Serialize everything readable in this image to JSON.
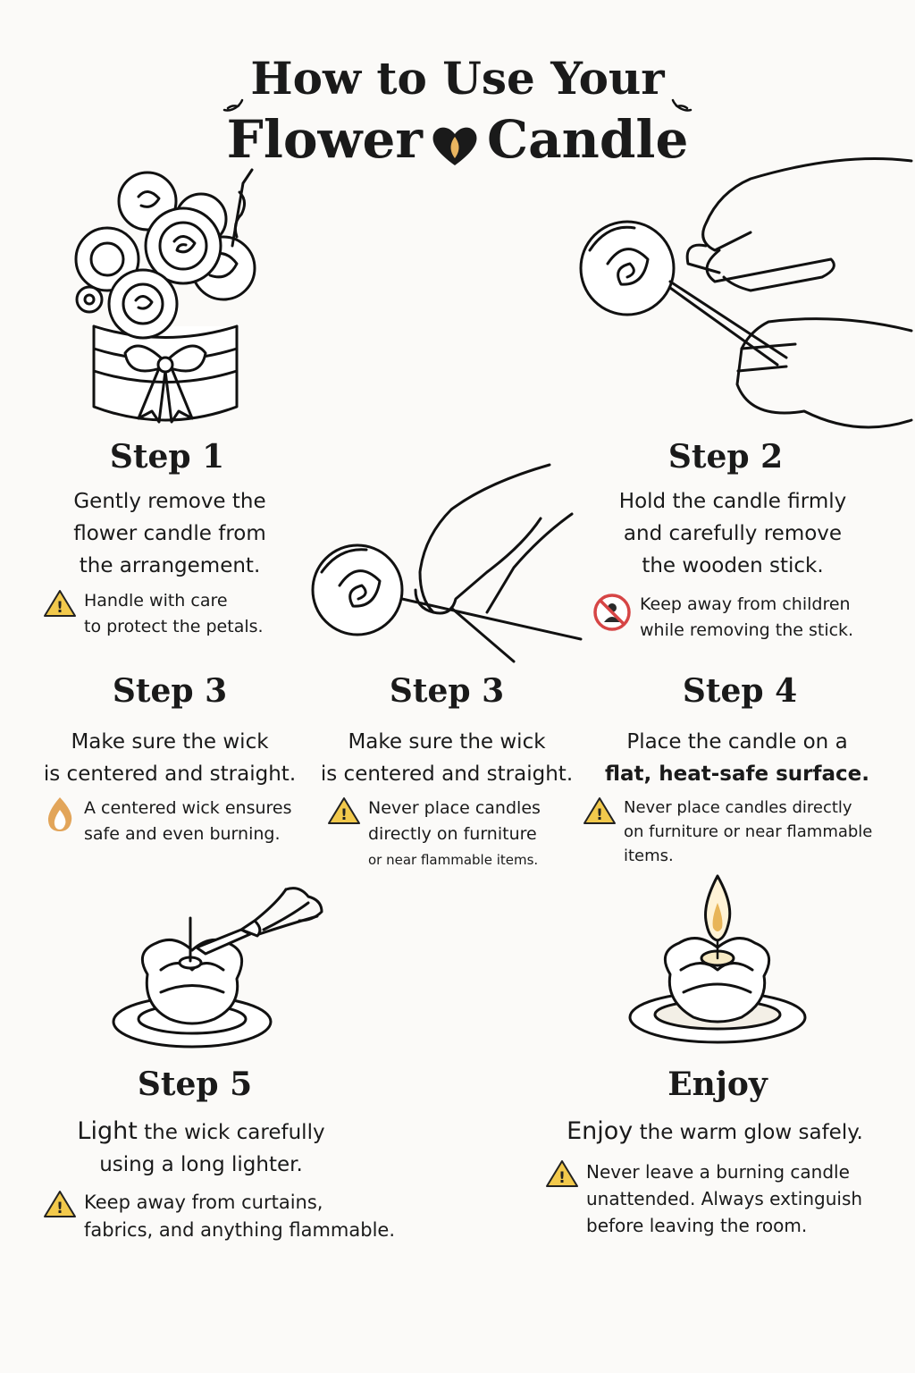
{
  "title": {
    "line1": "How to Use Your",
    "line2_left": "Flower",
    "line2_right": "Candle"
  },
  "colors": {
    "accent": "#d8a640",
    "warning": "#f2c94c",
    "no_symbol": "#d64545",
    "flame": "#e2a55a"
  },
  "icons": {
    "warning": "warning-triangle-icon",
    "no_children": "no-children-icon",
    "flame": "flame-icon",
    "heart": "heart-icon"
  },
  "steps": {
    "step1": {
      "heading": "Step 1",
      "lines": [
        "Gently remove the",
        "flower candle from",
        "the arrangement."
      ],
      "note": [
        "Handle with care",
        "to protect the petals."
      ]
    },
    "step2": {
      "heading": "Step 2",
      "lines": [
        "Hold the candle firmly",
        "and carefully remove",
        "the wooden stick."
      ],
      "note": [
        "Keep away from children",
        "while removing the stick."
      ]
    },
    "step3a": {
      "heading": "Step 3",
      "lines": [
        "Make sure the wick",
        "is centered and straight."
      ],
      "note": [
        "A centered wick ensures",
        "safe and even burning."
      ]
    },
    "step3b": {
      "heading": "Step 3",
      "lines": [
        "Make sure the wick",
        "is centered and straight."
      ],
      "note": [
        "Never place candles",
        "directly on furniture",
        "or near flammable items."
      ]
    },
    "step4": {
      "heading": "Step 4",
      "line1": "Place the candle on a",
      "line2_bold": "flat, heat-safe surface.",
      "note": [
        "Never place candles directly",
        "on furniture or near flammable",
        "items."
      ]
    },
    "step5": {
      "heading": "Step 5",
      "line1_lead": "Light",
      "line1_rest": " the wick carefully",
      "line2": "using a long lighter.",
      "note": [
        "Keep away from curtains,",
        "fabrics, and anything flammable."
      ]
    },
    "enjoy": {
      "heading": "Enjoy",
      "line1_lead": "Enjoy",
      "line1_rest": " the warm glow safely.",
      "note": [
        "Never leave a burning candle",
        "unattended. Always extinguish",
        "before leaving the room."
      ]
    }
  }
}
